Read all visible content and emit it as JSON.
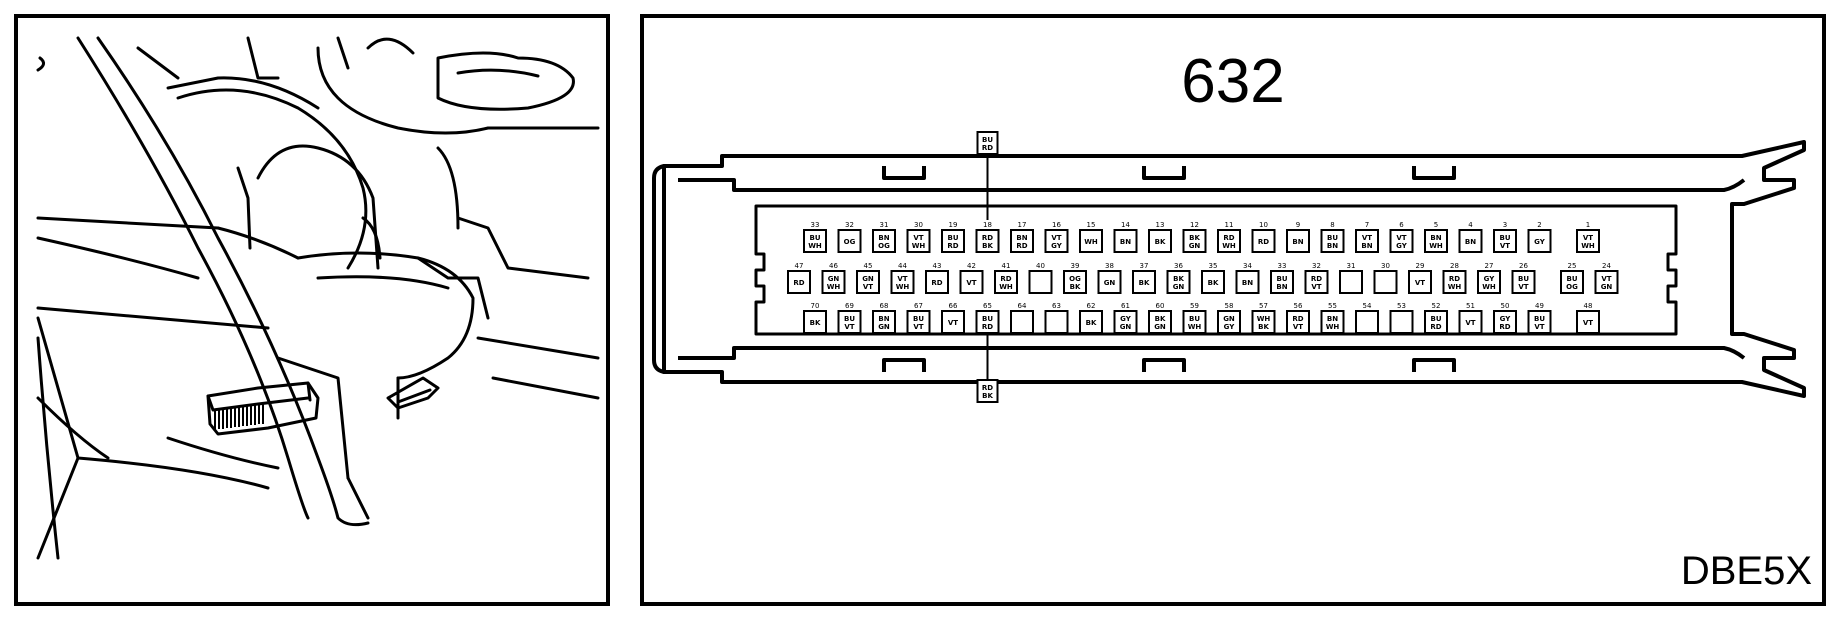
{
  "connector": {
    "number": "632",
    "diagram_code": "DBE5X"
  },
  "wires": {
    "top_callout": [
      "BU",
      "RD"
    ],
    "bottom_callout": [
      "RD",
      "BK"
    ]
  },
  "pin_rows": [
    {
      "row": "top",
      "pins": [
        [
          "33",
          [
            "BU",
            "WH"
          ]
        ],
        [
          "32",
          [
            "OG"
          ]
        ],
        [
          "31",
          [
            "BN",
            "OG"
          ]
        ],
        [
          "30",
          [
            "VT",
            "WH"
          ]
        ],
        [
          "19",
          [
            "BU",
            "RD"
          ]
        ],
        [
          "18",
          [
            "RD",
            "BK"
          ]
        ],
        [
          "17",
          [
            "BN",
            "RD"
          ]
        ],
        [
          "16",
          [
            "VT",
            "GY"
          ]
        ],
        [
          "15",
          [
            "WH"
          ]
        ],
        [
          "14",
          [
            "BN"
          ]
        ],
        [
          "13",
          [
            "BK"
          ]
        ],
        [
          "12",
          [
            "BK",
            "GN"
          ]
        ],
        [
          "11",
          [
            "RD",
            "WH"
          ]
        ],
        [
          "10",
          [
            "RD"
          ]
        ],
        [
          "9",
          [
            "BN"
          ]
        ],
        [
          "8",
          [
            "BU",
            "BN"
          ]
        ],
        [
          "7",
          [
            "VT",
            "BN"
          ]
        ],
        [
          "6",
          [
            "VT",
            "GY"
          ]
        ],
        [
          "5",
          [
            "BN",
            "WH"
          ]
        ],
        [
          "4",
          [
            "BN"
          ]
        ],
        [
          "3",
          [
            "BU",
            "VT"
          ]
        ],
        [
          "2",
          [
            "GY"
          ]
        ],
        [
          "1",
          [
            "VT",
            "WH"
          ]
        ]
      ]
    },
    {
      "row": "middle",
      "pins": [
        [
          "47",
          [
            "RD"
          ]
        ],
        [
          "46",
          [
            "GN",
            "WH"
          ]
        ],
        [
          "45",
          [
            "GN",
            "VT"
          ]
        ],
        [
          "44",
          [
            "VT",
            "WH"
          ]
        ],
        [
          "43",
          [
            "RD"
          ]
        ],
        [
          "42",
          [
            "VT"
          ]
        ],
        [
          "41",
          [
            "RD",
            "WH"
          ]
        ],
        [
          "40",
          []
        ],
        [
          "39",
          [
            "OG",
            "BK"
          ]
        ],
        [
          "38",
          [
            "GN"
          ]
        ],
        [
          "37",
          [
            "BK"
          ]
        ],
        [
          "36",
          [
            "BK",
            "GN"
          ]
        ],
        [
          "35",
          [
            "BK"
          ]
        ],
        [
          "34",
          [
            "BN"
          ]
        ],
        [
          "33",
          [
            "BU",
            "BN"
          ]
        ],
        [
          "32",
          [
            "RD",
            "VT"
          ]
        ],
        [
          "31",
          []
        ],
        [
          "30",
          []
        ],
        [
          "29",
          [
            "VT"
          ]
        ],
        [
          "28",
          [
            "RD",
            "WH"
          ]
        ],
        [
          "27",
          [
            "GY",
            "WH"
          ]
        ],
        [
          "26",
          [
            "BU",
            "VT"
          ]
        ],
        [
          "25",
          [
            "BU",
            "OG"
          ]
        ],
        [
          "24",
          [
            "VT",
            "GN"
          ]
        ]
      ]
    },
    {
      "row": "bottom",
      "pins": [
        [
          "70",
          [
            "BK"
          ]
        ],
        [
          "69",
          [
            "BU",
            "VT"
          ]
        ],
        [
          "68",
          [
            "BN",
            "GN"
          ]
        ],
        [
          "67",
          [
            "BU",
            "VT"
          ]
        ],
        [
          "66",
          [
            "VT"
          ]
        ],
        [
          "65",
          [
            "BU",
            "RD"
          ]
        ],
        [
          "64",
          []
        ],
        [
          "63",
          []
        ],
        [
          "62",
          [
            "BK"
          ]
        ],
        [
          "61",
          [
            "GY",
            "GN"
          ]
        ],
        [
          "60",
          [
            "BK",
            "GN"
          ]
        ],
        [
          "59",
          [
            "BU",
            "WH"
          ]
        ],
        [
          "58",
          [
            "GN",
            "GY"
          ]
        ],
        [
          "57",
          [
            "WH",
            "BK"
          ]
        ],
        [
          "56",
          [
            "RD",
            "VT"
          ]
        ],
        [
          "55",
          [
            "BN",
            "WH"
          ]
        ],
        [
          "54",
          []
        ],
        [
          "53",
          []
        ],
        [
          "52",
          [
            "BU",
            "RD"
          ]
        ],
        [
          "51",
          [
            "VT"
          ]
        ],
        [
          "50",
          [
            "GY",
            "RD"
          ]
        ],
        [
          "49",
          [
            "BU",
            "VT"
          ]
        ],
        [
          "48",
          [
            "VT"
          ]
        ]
      ]
    }
  ]
}
